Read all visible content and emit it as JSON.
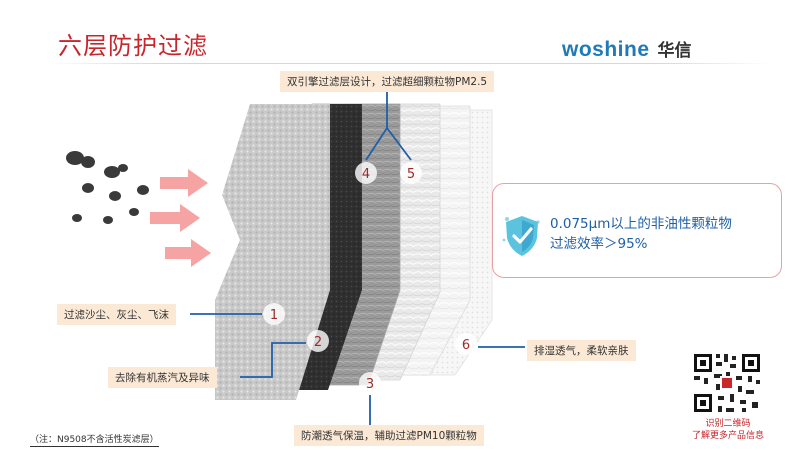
{
  "header": {
    "title": "六层防护过滤",
    "brand_latin": "woshine",
    "brand_cn": "华信"
  },
  "callouts": {
    "layers_4_5": "双引擎过滤层设计，过滤超细颗粒物PM2.5",
    "layer_1": "过滤沙尘、灰尘、飞沫",
    "layer_2": "去除有机蒸汽及异味",
    "layer_3": "防潮透气保温，辅助过滤PM10颗粒物",
    "layer_6": "排湿透气，柔软亲肤"
  },
  "layer_numbers": [
    "1",
    "2",
    "3",
    "4",
    "5",
    "6"
  ],
  "info": {
    "line1": "0.075μm以上的非油性颗粒物",
    "line2": "过滤效率＞95%"
  },
  "note": "（注：N9508不含活性炭滤层）",
  "qr_caption": {
    "line1": "识别二维码",
    "line2": "了解更多产品信息"
  },
  "colors": {
    "title_red": "#c8262b",
    "brand_blue": "#1f7ab8",
    "callout_bg": "#fbe9d6",
    "leader_blue": "#1f5fa8",
    "arrow_pink": "#f5a3a3",
    "info_border": "#e8a1a1"
  },
  "icons": [
    "shield-check-icon",
    "qr-code",
    "particle-cluster",
    "airflow-arrow"
  ]
}
